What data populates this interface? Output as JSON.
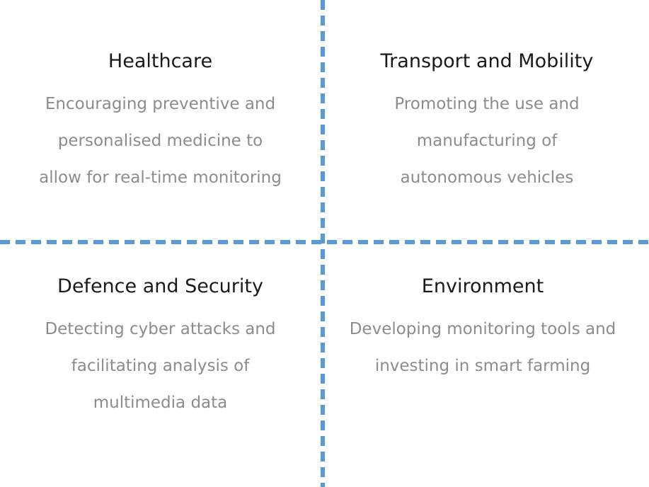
{
  "colors": {
    "accent": "#5b9bd5",
    "title": "#1a1a1a",
    "body": "#8c8c8c"
  },
  "quadrants": [
    {
      "title": "Healthcare",
      "lines": [
        "Encouraging preventive and",
        "personalised medicine to",
        "allow for real-time monitoring"
      ]
    },
    {
      "title": "Transport and Mobility",
      "lines": [
        "Promoting the use and",
        "manufacturing of",
        "autonomous vehicles"
      ]
    },
    {
      "title": "Defence and Security",
      "lines": [
        "Detecting cyber attacks and",
        "facilitating analysis of",
        "multimedia data"
      ]
    },
    {
      "title": "Environment",
      "lines": [
        "Developing monitoring tools and",
        "investing in smart farming"
      ]
    }
  ]
}
